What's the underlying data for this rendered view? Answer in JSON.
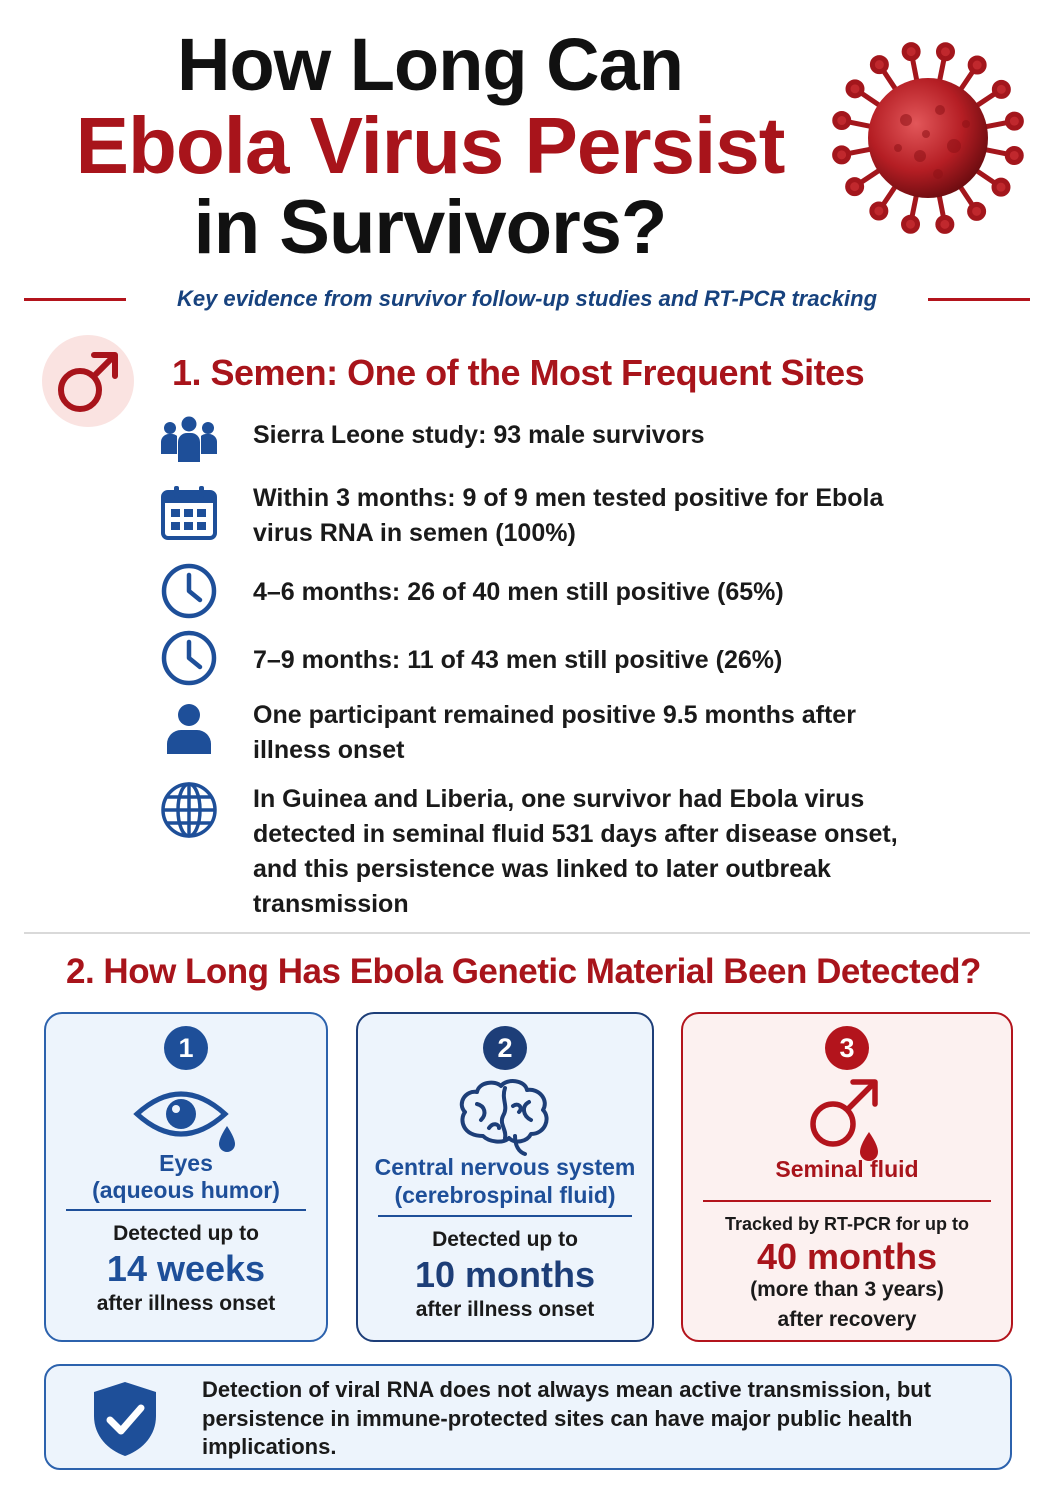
{
  "title": {
    "line1": "How Long Can",
    "line2": "Ebola Virus Persist",
    "line3": "in Survivors?"
  },
  "subtitle": "Key evidence from survivor follow-up studies and RT-PCR tracking",
  "section1": {
    "heading": "1. Semen: One of the Most Frequent Sites",
    "badge_icon": "male-symbol-icon",
    "facts": [
      {
        "icon": "people-group-icon",
        "text": "Sierra Leone study: 93 male survivors"
      },
      {
        "icon": "calendar-icon",
        "text": "Within 3 months: 9 of 9 men tested positive for Ebola virus RNA in semen (100%)"
      },
      {
        "icon": "clock-icon",
        "text": "4–6 months: 26 of 40 men still positive (65%)"
      },
      {
        "icon": "clock-icon",
        "text": "7–9 months: 11 of 43 men still positive (26%)"
      },
      {
        "icon": "person-icon",
        "text": "One participant remained positive 9.5 months after illness onset"
      },
      {
        "icon": "globe-icon",
        "text": "In Guinea and Liberia, one survivor had Ebola virus detected in seminal fluid 531 days after disease onset, and this persistence was linked to later outbreak transmission"
      }
    ]
  },
  "section2": {
    "heading": "2. How Long Has Ebola Genetic Material Been Detected?",
    "cards": [
      {
        "number": "1",
        "icon": "eye-tear-icon",
        "organ_line1": "Eyes",
        "organ_line2": "(aqueous humor)",
        "lead": "Detected up to",
        "duration": "14 weeks",
        "tail1": "after illness onset",
        "tail2": ""
      },
      {
        "number": "2",
        "icon": "brain-icon",
        "organ_line1": "Central nervous system",
        "organ_line2": "(cerebrospinal fluid)",
        "lead": "Detected up to",
        "duration": "10 months",
        "tail1": "after illness onset",
        "tail2": ""
      },
      {
        "number": "3",
        "icon": "male-drop-icon",
        "organ_line1": "Seminal fluid",
        "organ_line2": "",
        "lead": "Tracked by RT-PCR for up to",
        "duration": "40 months",
        "tail1": "(more than 3 years)",
        "tail2": "after recovery"
      }
    ]
  },
  "note": {
    "icon": "shield-check-icon",
    "text": "Detection of viral RNA does not always mean active transmission, but persistence in immune-protected sites can have major public health implications."
  },
  "colors": {
    "accent_red": "#a8141b",
    "accent_blue": "#1e4f99",
    "navy": "#17427e"
  }
}
